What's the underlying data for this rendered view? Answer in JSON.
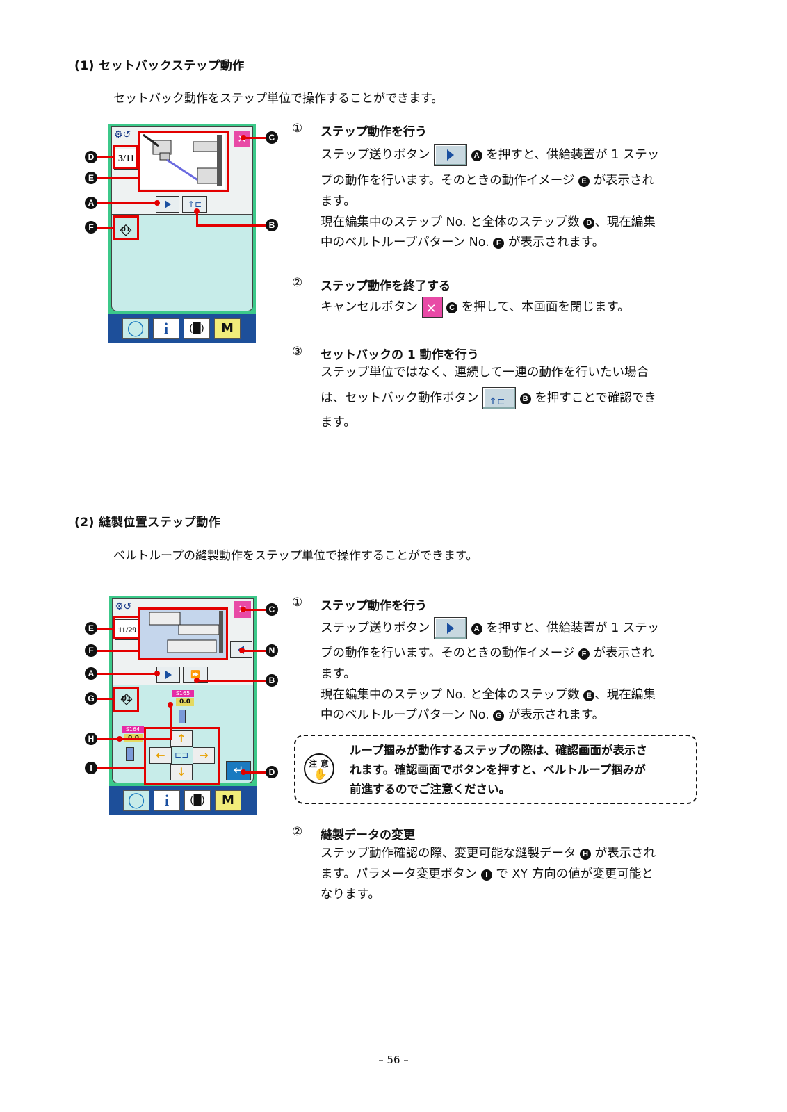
{
  "section1": {
    "heading": "(1) セットバックステップ動作",
    "intro": "セットバック動作をステップ単位で操作することができます。",
    "items": [
      {
        "num": "①",
        "title": "ステップ動作を行う",
        "l1a": "ステップ送りボタン",
        "l1b": "を押すと、供給装置が 1 ステッ",
        "l2a": "プの動作を行います。そのときの動作イメージ",
        "l2b": "が表示され",
        "l3": "ます。",
        "l4a": "現在編集中のステップ No. と全体のステップ数",
        "l4b": "、現在編集",
        "l5a": "中のベルトループパターン No.",
        "l5b": "が表示されます。"
      },
      {
        "num": "②",
        "title": "ステップ動作を終了する",
        "l1a": "キャンセルボタン",
        "l1b": "を押して、本画面を閉じます。"
      },
      {
        "num": "③",
        "title": "セットバックの 1 動作を行う",
        "l1": "ステップ単位ではなく、連続して一連の動作を行いたい場合",
        "l2a": "は、セットバック動作ボタン",
        "l2b": "を押すことで確認でき",
        "l3": "ます。"
      }
    ],
    "screen": {
      "step": "3/11",
      "pattern": "01"
    }
  },
  "section2": {
    "heading": "(2) 縫製位置ステップ動作",
    "intro": "ベルトループの縫製動作をステップ単位で操作することができます。",
    "items": [
      {
        "num": "①",
        "title": "ステップ動作を行う",
        "l1a": "ステップ送りボタン",
        "l1b": "を押すと、供給装置が 1 ステッ",
        "l2a": "プの動作を行います。そのときの動作イメージ",
        "l2b": "が表示され",
        "l3": "ます。",
        "l4a": "現在編集中のステップ No. と全体のステップ数",
        "l4b": "、現在編集",
        "l5a": "中のベルトループパターン No.",
        "l5b": "が表示されます。"
      },
      {
        "num": "②",
        "title": "縫製データの変更",
        "l1a": "ステップ動作確認の際、変更可能な縫製データ",
        "l1b": "が表示され",
        "l2a": "ます。パラメータ変更ボタン",
        "l2b": "で XY 方向の値が変更可能と",
        "l3": "なります。"
      }
    ],
    "note": {
      "icon_top": "注",
      "icon_bottom": "意",
      "line1": "ループ掴みが動作するステップの際は、確認画面が表示さ",
      "line2": "れます。確認画面でボタンを押すと、ベルトループ掴みが",
      "line3": "前進するのでご注意ください。"
    },
    "screen": {
      "step": "11/29",
      "pattern": "01",
      "s165": "S165",
      "s165v": "0.0",
      "s164": "S164",
      "s164v": "0.0"
    }
  },
  "markers": {
    "A": "A",
    "B": "B",
    "C": "C",
    "D": "D",
    "E": "E",
    "F": "F",
    "G": "G",
    "H": "H",
    "I": "I",
    "N": "N"
  },
  "bottombar": {
    "m": "M",
    "i": "i"
  },
  "page_number": "– 56 –"
}
